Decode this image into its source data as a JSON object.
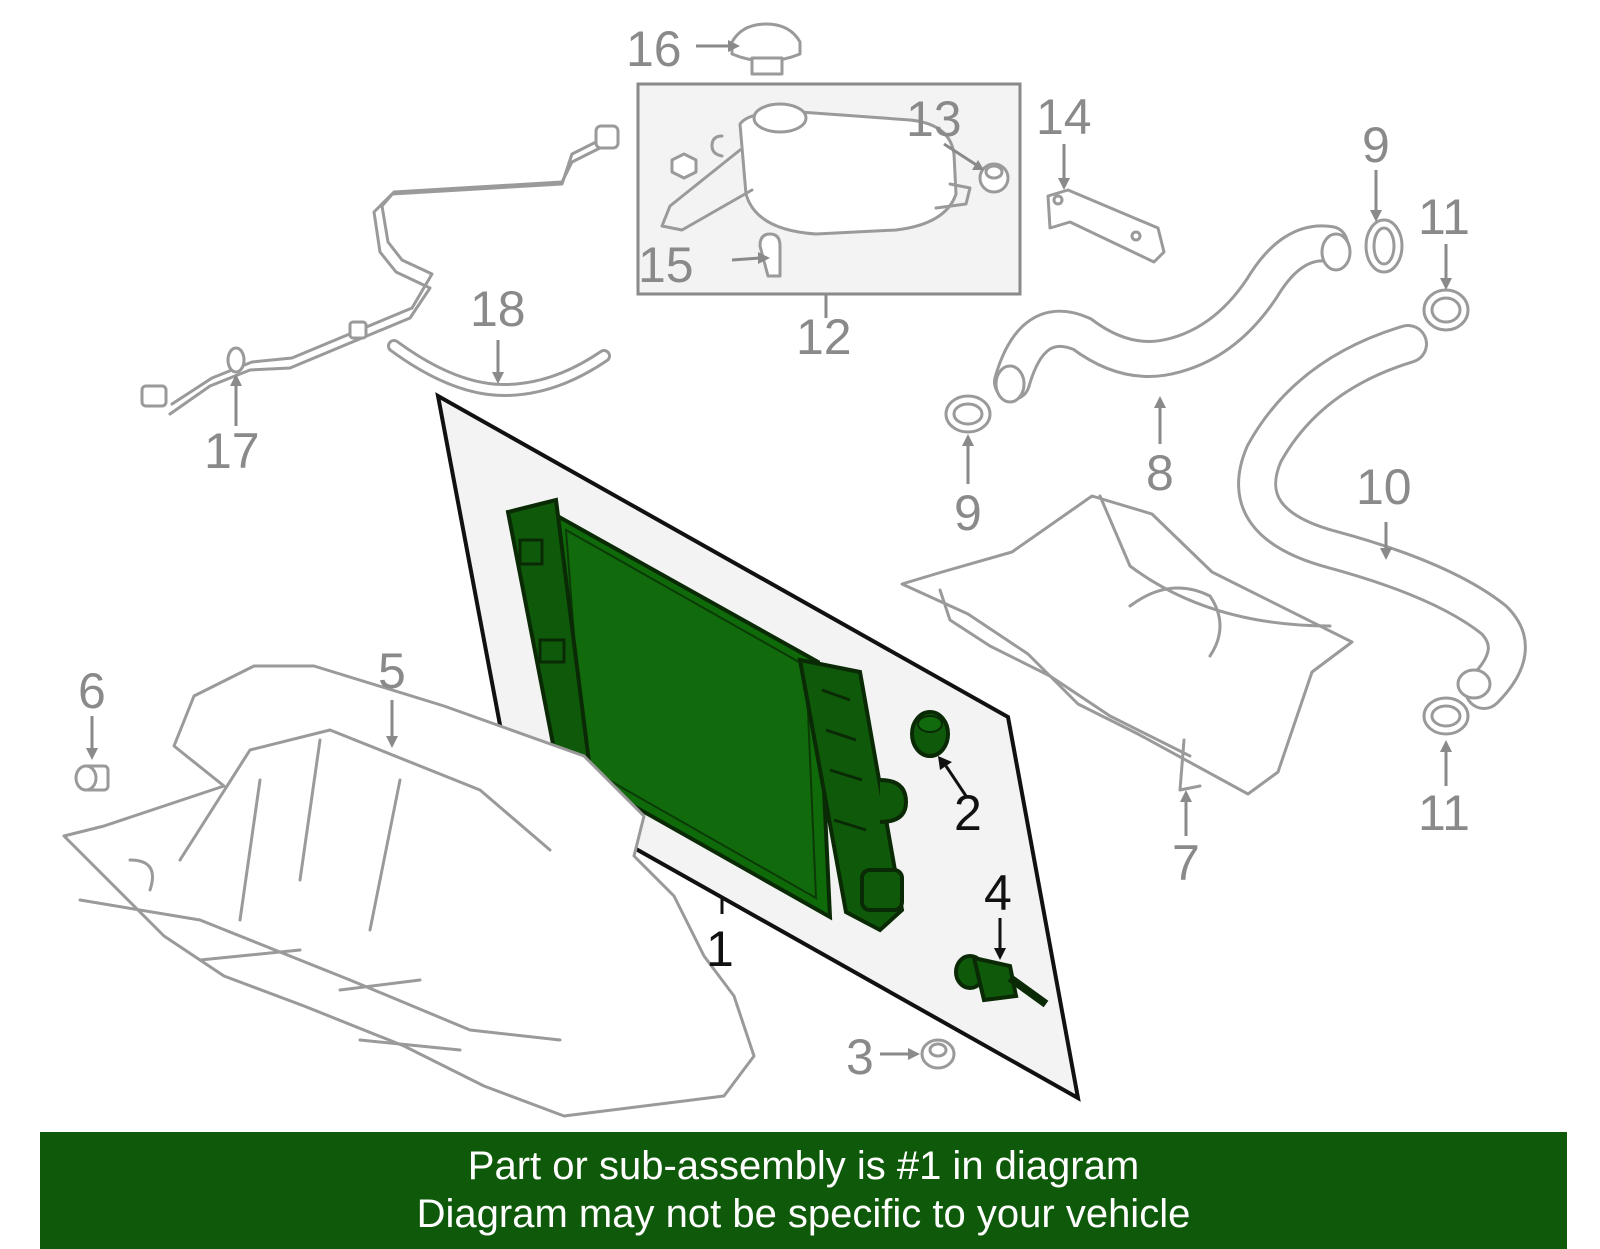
{
  "callouts": {
    "c1": "1",
    "c2": "2",
    "c3": "3",
    "c4": "4",
    "c5": "5",
    "c6": "6",
    "c7": "7",
    "c8": "8",
    "c9a": "9",
    "c9b": "9",
    "c10": "10",
    "c11a": "11",
    "c11b": "11",
    "c12": "12",
    "c13": "13",
    "c14": "14",
    "c15": "15",
    "c16": "16",
    "c17": "17",
    "c18": "18"
  },
  "banner": {
    "line1": "Part or sub-assembly is #1 in diagram",
    "line2": "Diagram may not be specific to your vehicle"
  },
  "colors": {
    "highlight": "#0f5a0a",
    "radiator_fill": "#0f6a0a",
    "part_outline": "#9a9a9a",
    "callout_grey": "#8a8a8a",
    "callout_dark": "#111111"
  }
}
